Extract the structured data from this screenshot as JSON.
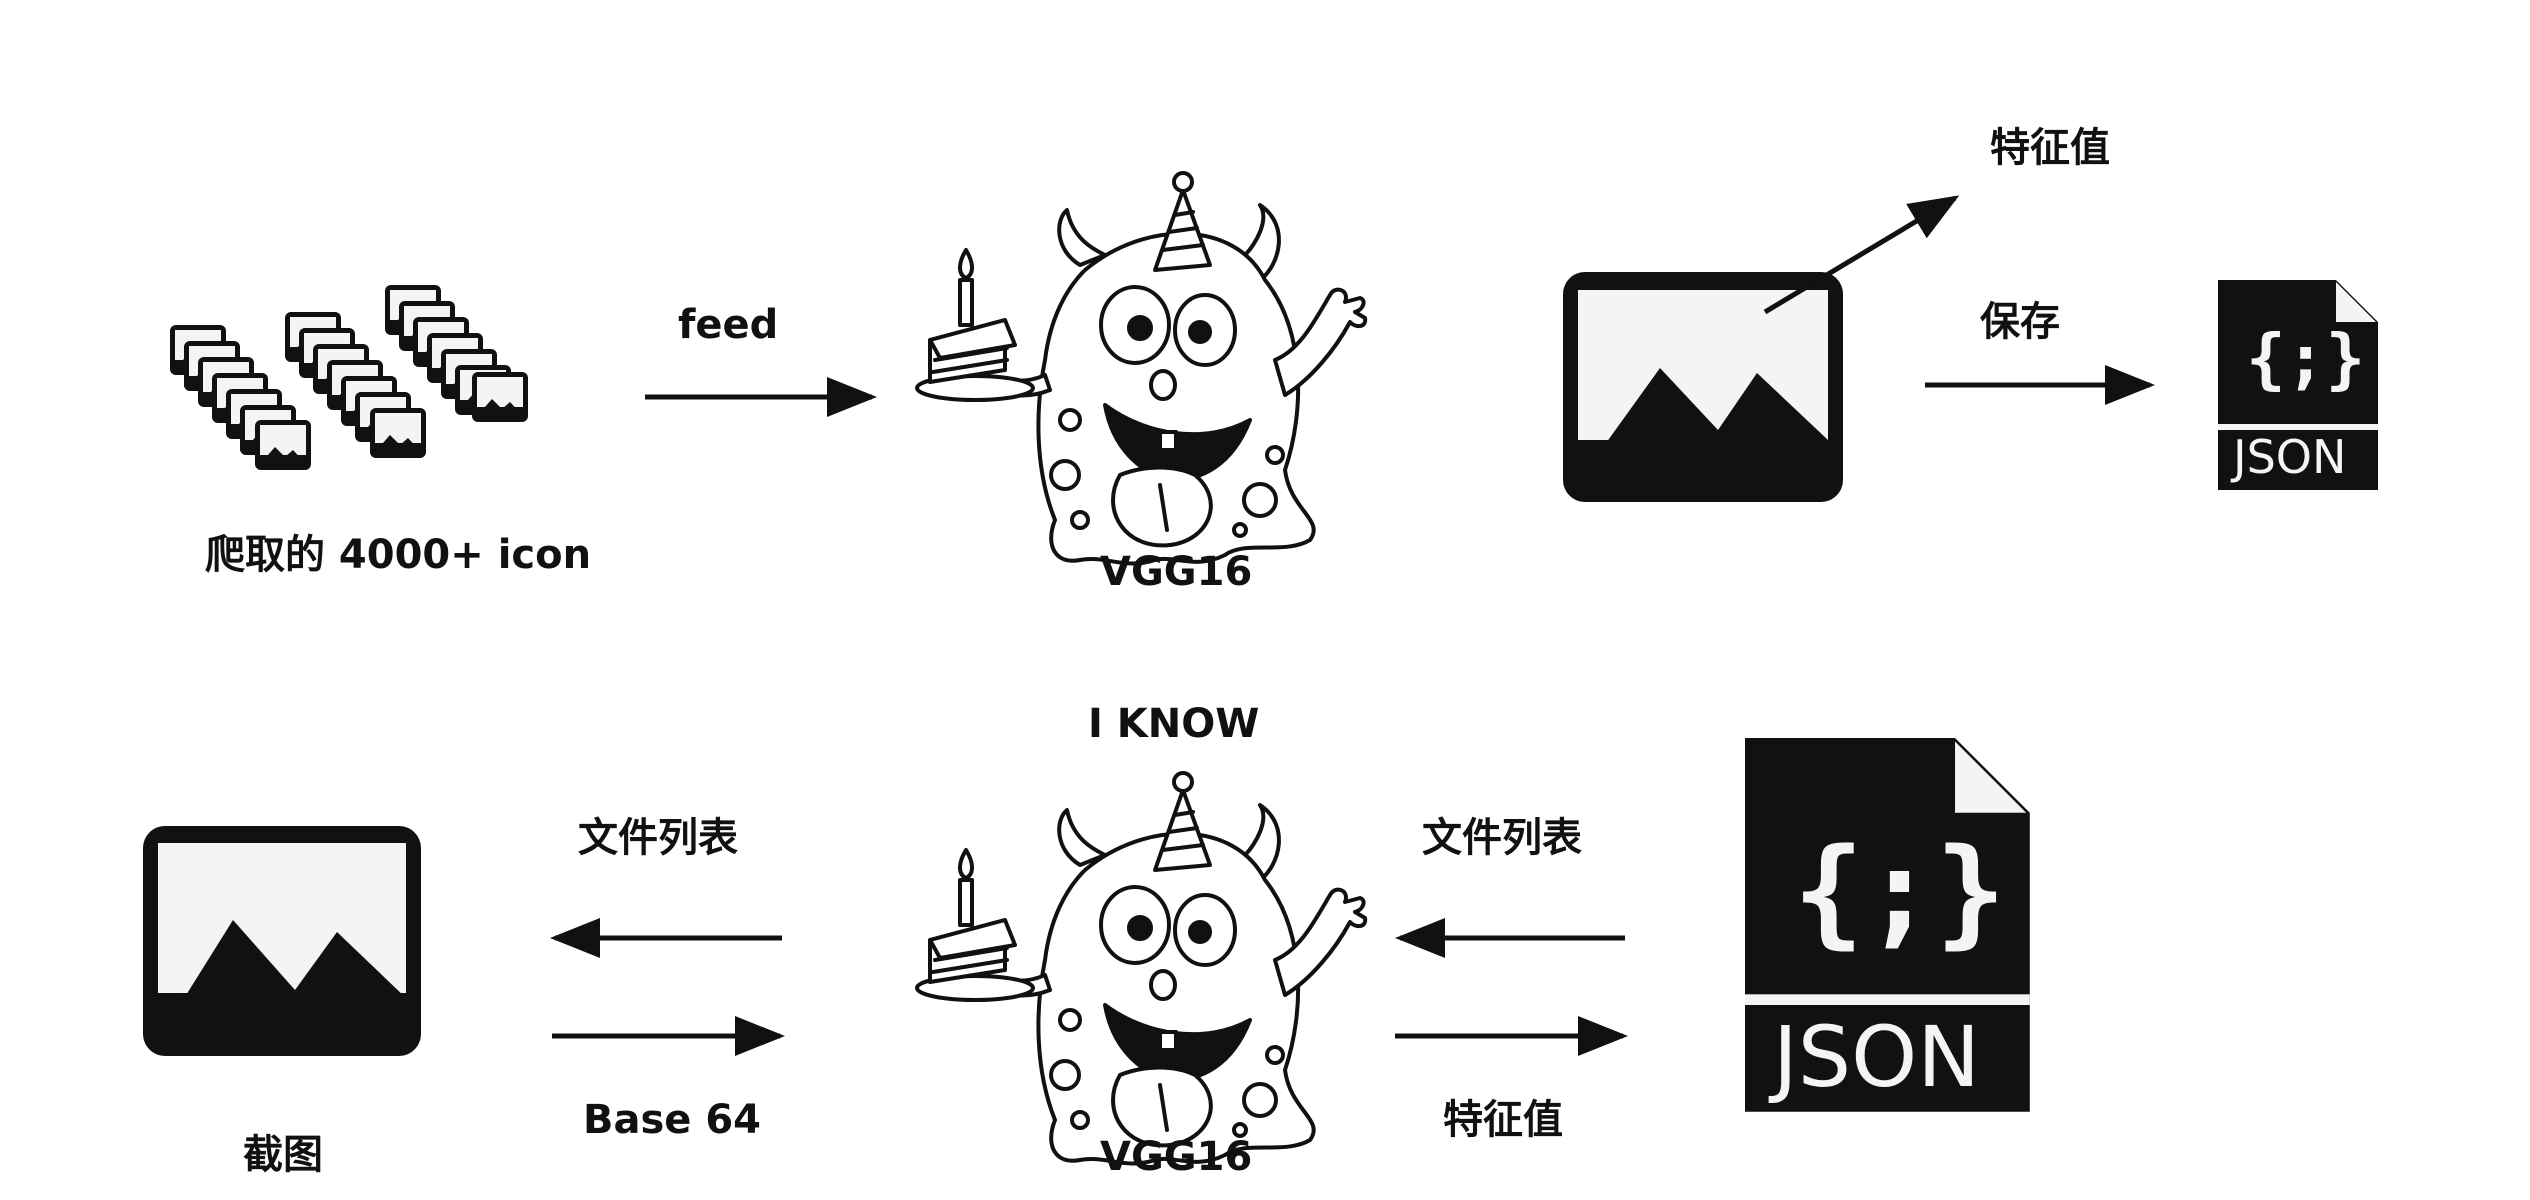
{
  "top": {
    "icons_caption": "爬取的 4000+ icon",
    "feed_label": "feed",
    "model_label": "VGG16",
    "feature_label": "特征值",
    "save_label": "保存",
    "json_text": "JSON",
    "json_braces": "{;}"
  },
  "bottom": {
    "i_know_label": "I KNOW",
    "model_label": "VGG16",
    "screenshot_label": "截图",
    "file_list_left": "文件列表",
    "base64_label": "Base 64",
    "file_list_right": "文件列表",
    "feature_label": "特征值",
    "json_text": "JSON",
    "json_braces": "{;}"
  },
  "colors": {
    "ink": "#111111",
    "paper": "#f4f4f4",
    "white": "#ffffff"
  }
}
